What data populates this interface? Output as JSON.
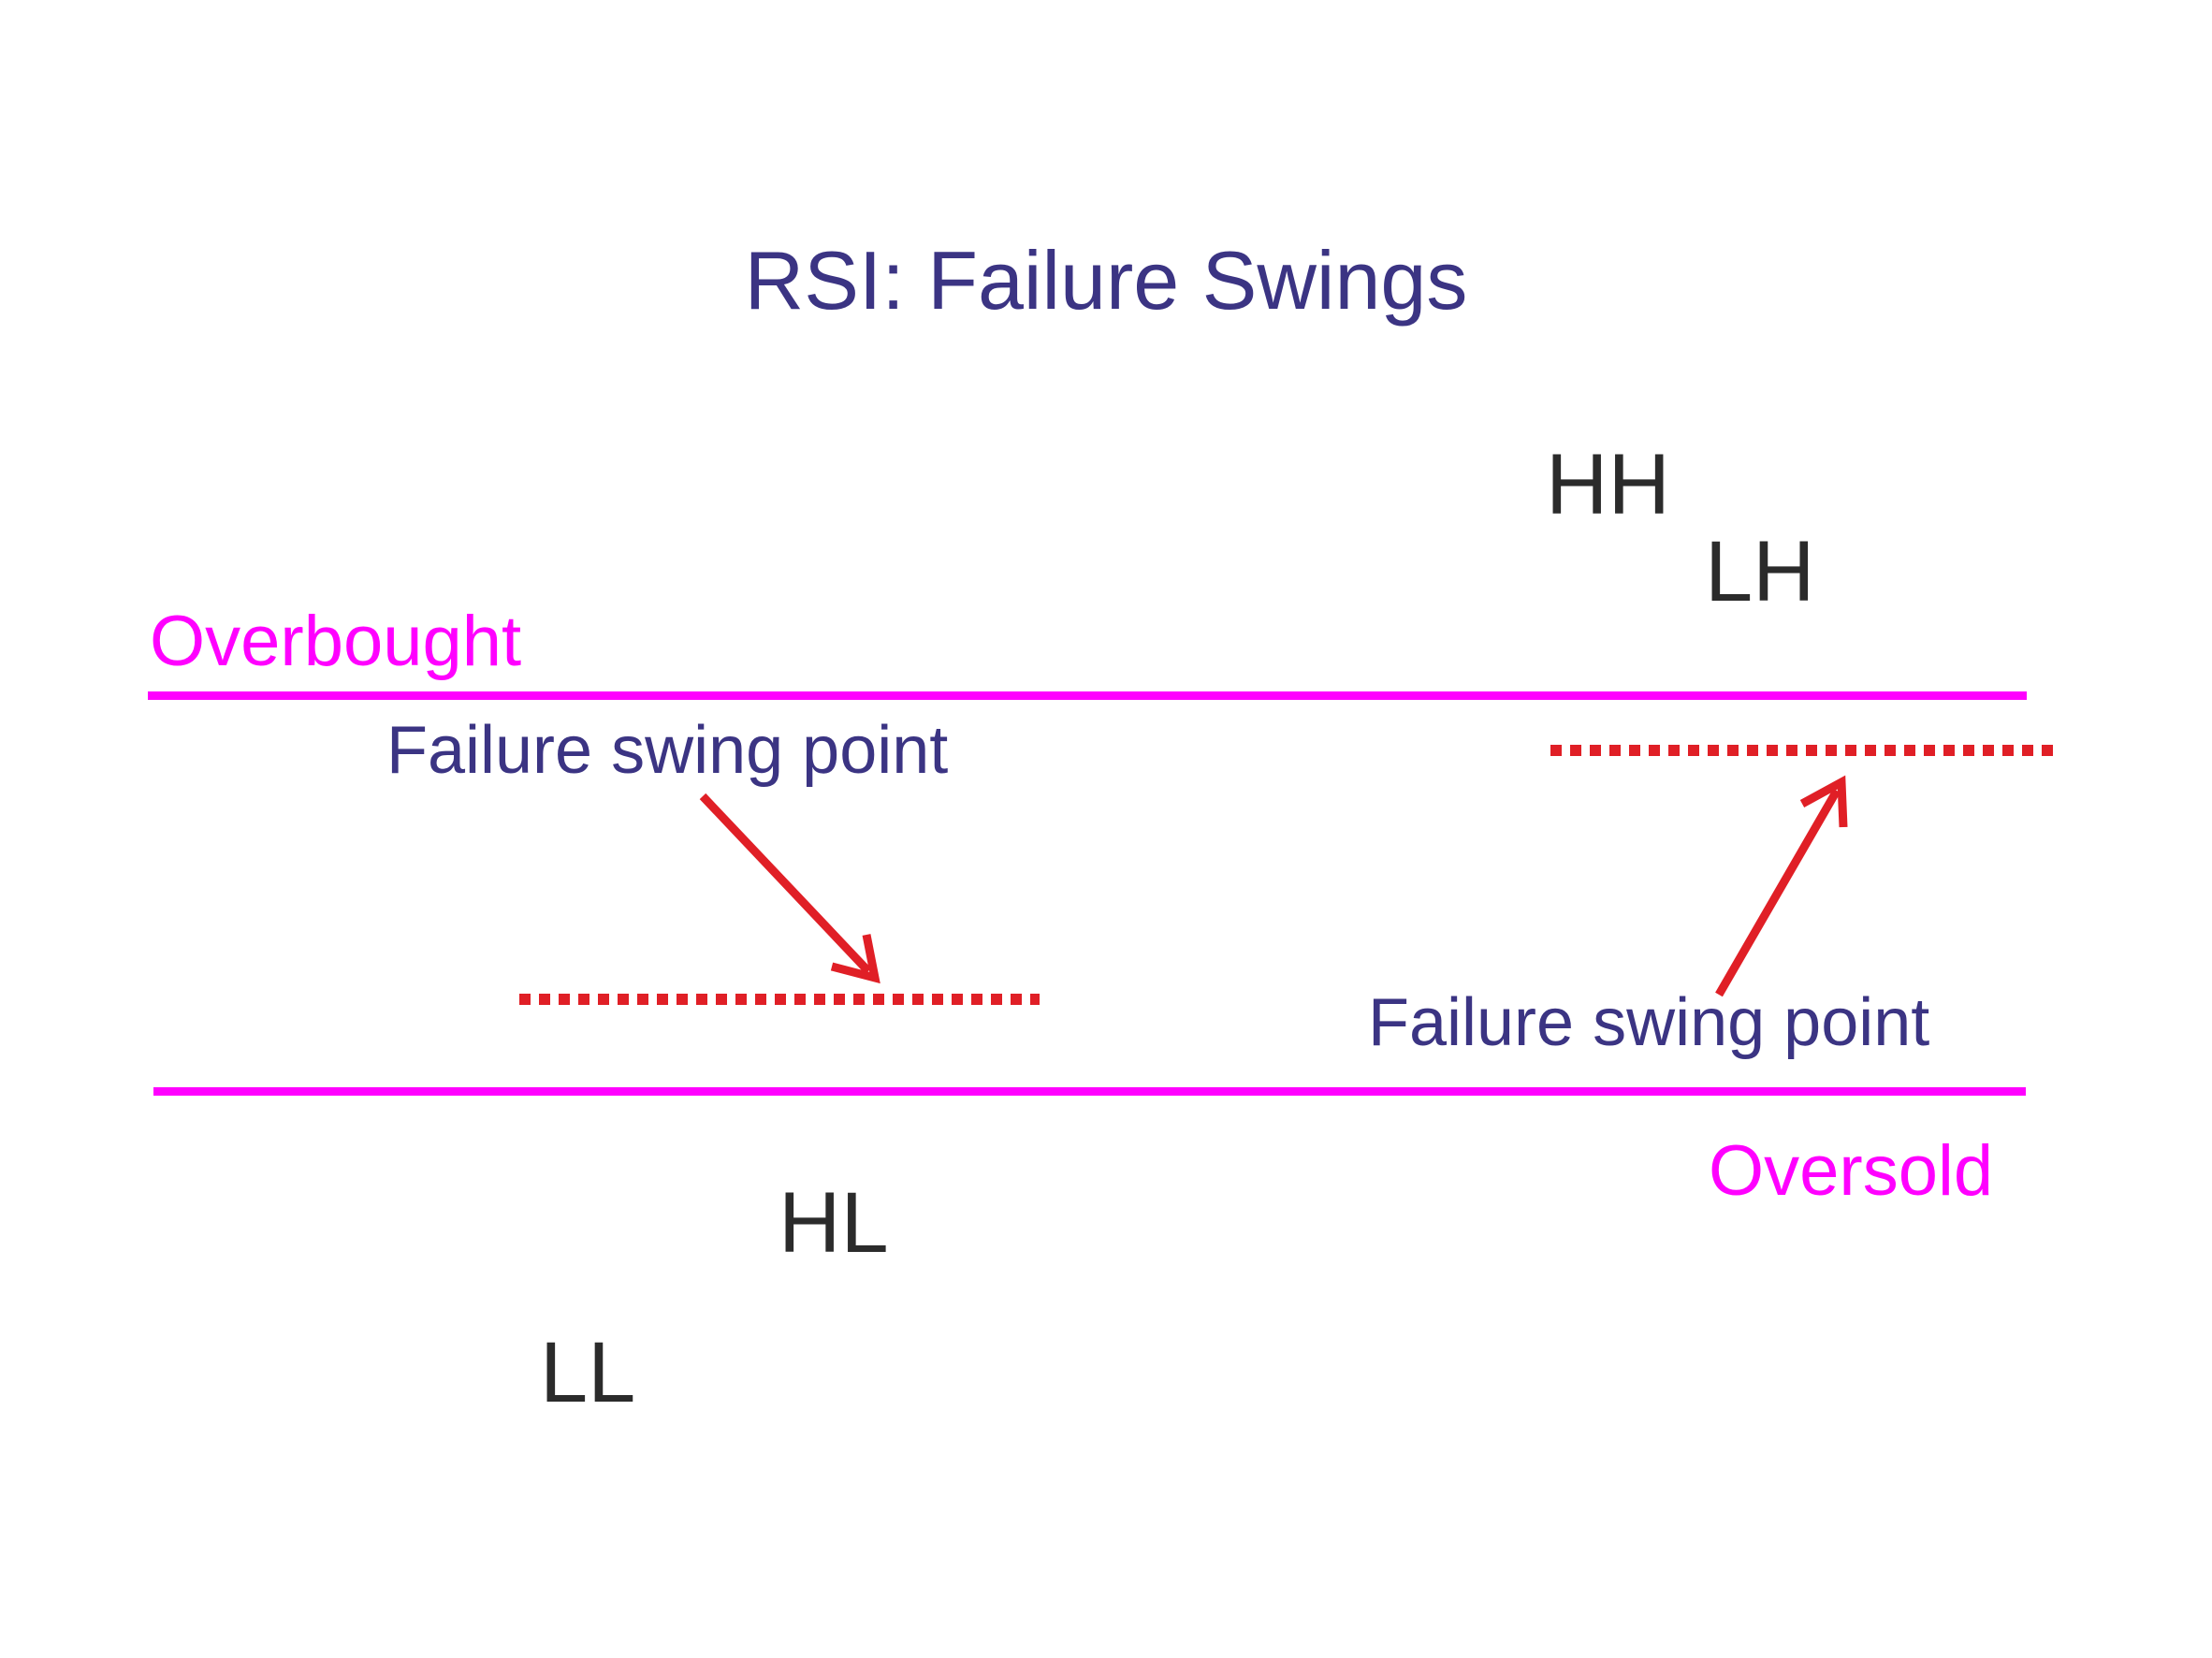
{
  "slide": {
    "title": "RSI: Failure Swings",
    "overbought_label": "Overbought",
    "oversold_label": "Oversold",
    "swing_labels": {
      "hh": "HH",
      "lh": "LH",
      "hl": "HL",
      "ll": "LL"
    },
    "annotations": {
      "left_failure_swing": "Failure swing point",
      "right_failure_swing": "Failure swing point"
    }
  },
  "colors": {
    "title": "#3B3483",
    "swing_label": "#2B2B2B",
    "threshold_line": "#FF00FF",
    "annotation_red": "#E01F26",
    "background": "#FFFFFF"
  }
}
